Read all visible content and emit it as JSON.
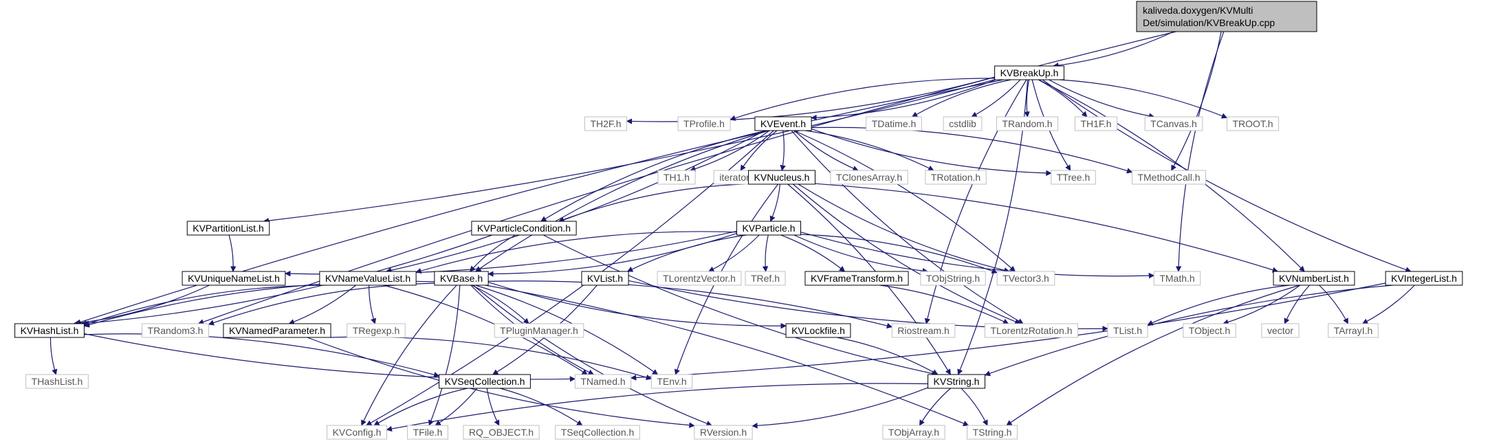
{
  "graph": {
    "root": {
      "line1": "kaliveda.doxygen/KVMulti",
      "line2": "Det/simulation/KVBreakUp.cpp"
    },
    "nodes": [
      {
        "id": "KVBreakUp_h",
        "label": "KVBreakUp.h",
        "style": "bordered"
      },
      {
        "id": "TH2F_h",
        "label": "TH2F.h",
        "style": "gray"
      },
      {
        "id": "TProfile_h",
        "label": "TProfile.h",
        "style": "gray"
      },
      {
        "id": "KVEvent_h",
        "label": "KVEvent.h",
        "style": "bordered"
      },
      {
        "id": "TDatime_h",
        "label": "TDatime.h",
        "style": "gray"
      },
      {
        "id": "cstdlib",
        "label": "cstdlib",
        "style": "gray"
      },
      {
        "id": "TRandom_h",
        "label": "TRandom.h",
        "style": "gray"
      },
      {
        "id": "TH1F_h",
        "label": "TH1F.h",
        "style": "gray"
      },
      {
        "id": "TCanvas_h",
        "label": "TCanvas.h",
        "style": "gray"
      },
      {
        "id": "TROOT_h",
        "label": "TROOT.h",
        "style": "gray"
      },
      {
        "id": "TH1_h",
        "label": "TH1.h",
        "style": "gray"
      },
      {
        "id": "iterator",
        "label": "iterator",
        "style": "gray"
      },
      {
        "id": "KVNucleus_h",
        "label": "KVNucleus.h",
        "style": "bordered"
      },
      {
        "id": "TClonesArray_h",
        "label": "TClonesArray.h",
        "style": "gray"
      },
      {
        "id": "TRotation_h",
        "label": "TRotation.h",
        "style": "gray"
      },
      {
        "id": "TTree_h",
        "label": "TTree.h",
        "style": "gray"
      },
      {
        "id": "TMethodCall_h",
        "label": "TMethodCall.h",
        "style": "gray"
      },
      {
        "id": "KVPartitionList_h",
        "label": "KVPartitionList.h",
        "style": "bordered"
      },
      {
        "id": "KVParticleCondition_h",
        "label": "KVParticleCondition.h",
        "style": "bordered"
      },
      {
        "id": "KVParticle_h",
        "label": "KVParticle.h",
        "style": "bordered"
      },
      {
        "id": "KVUniqueNameList_h",
        "label": "KVUniqueNameList.h",
        "style": "bordered"
      },
      {
        "id": "KVNameValueList_h",
        "label": "KVNameValueList.h",
        "style": "bordered"
      },
      {
        "id": "KVBase_h",
        "label": "KVBase.h",
        "style": "bordered"
      },
      {
        "id": "KVList_h",
        "label": "KVList.h",
        "style": "bordered"
      },
      {
        "id": "TLorentzVector_h",
        "label": "TLorentzVector.h",
        "style": "gray"
      },
      {
        "id": "TRef_h",
        "label": "TRef.h",
        "style": "gray"
      },
      {
        "id": "KVFrameTransform_h",
        "label": "KVFrameTransform.h",
        "style": "bordered"
      },
      {
        "id": "TObjString_h",
        "label": "TObjString.h",
        "style": "gray"
      },
      {
        "id": "TVector3_h",
        "label": "TVector3.h",
        "style": "gray"
      },
      {
        "id": "TMath_h",
        "label": "TMath.h",
        "style": "gray"
      },
      {
        "id": "KVNumberList_h",
        "label": "KVNumberList.h",
        "style": "bordered"
      },
      {
        "id": "KVIntegerList_h",
        "label": "KVIntegerList.h",
        "style": "bordered"
      },
      {
        "id": "KVHashList_h",
        "label": "KVHashList.h",
        "style": "bordered"
      },
      {
        "id": "TRandom3_h",
        "label": "TRandom3.h",
        "style": "gray"
      },
      {
        "id": "KVNamedParameter_h",
        "label": "KVNamedParameter.h",
        "style": "bordered"
      },
      {
        "id": "TRegexp_h",
        "label": "TRegexp.h",
        "style": "gray"
      },
      {
        "id": "TPluginManager_h",
        "label": "TPluginManager.h",
        "style": "gray"
      },
      {
        "id": "KVLockfile_h",
        "label": "KVLockfile.h",
        "style": "bordered"
      },
      {
        "id": "Riostream_h",
        "label": "Riostream.h",
        "style": "gray"
      },
      {
        "id": "TLorentzRotation_h",
        "label": "TLorentzRotation.h",
        "style": "gray"
      },
      {
        "id": "TList_h",
        "label": "TList.h",
        "style": "gray"
      },
      {
        "id": "TObject_h",
        "label": "TObject.h",
        "style": "gray"
      },
      {
        "id": "vector",
        "label": "vector",
        "style": "gray"
      },
      {
        "id": "TArrayI_h",
        "label": "TArrayI.h",
        "style": "gray"
      },
      {
        "id": "THashList_h",
        "label": "THashList.h",
        "style": "gray"
      },
      {
        "id": "KVSeqCollection_h",
        "label": "KVSeqCollection.h",
        "style": "bordered"
      },
      {
        "id": "TNamed_h",
        "label": "TNamed.h",
        "style": "gray"
      },
      {
        "id": "TEnv_h",
        "label": "TEnv.h",
        "style": "gray"
      },
      {
        "id": "KVString_h",
        "label": "KVString.h",
        "style": "bordered"
      },
      {
        "id": "KVConfig_h",
        "label": "KVConfig.h",
        "style": "gray"
      },
      {
        "id": "TFile_h",
        "label": "TFile.h",
        "style": "gray"
      },
      {
        "id": "RQ_OBJECT_h",
        "label": "RQ_OBJECT.h",
        "style": "gray"
      },
      {
        "id": "TSeqCollection_h",
        "label": "TSeqCollection.h",
        "style": "gray"
      },
      {
        "id": "RVersion_h",
        "label": "RVersion.h",
        "style": "gray"
      },
      {
        "id": "TObjArray_h",
        "label": "TObjArray.h",
        "style": "gray"
      },
      {
        "id": "TString_h",
        "label": "TString.h",
        "style": "gray"
      }
    ],
    "edges": [
      [
        "root",
        "KVBreakUp_h"
      ],
      [
        "root",
        "TRandom3_h"
      ],
      [
        "root",
        "TMethodCall_h"
      ],
      [
        "root",
        "TMath_h"
      ],
      [
        "KVBreakUp_h",
        "TH2F_h"
      ],
      [
        "KVBreakUp_h",
        "TProfile_h"
      ],
      [
        "KVBreakUp_h",
        "KVEvent_h"
      ],
      [
        "KVBreakUp_h",
        "TDatime_h"
      ],
      [
        "KVBreakUp_h",
        "cstdlib"
      ],
      [
        "KVBreakUp_h",
        "TRandom_h"
      ],
      [
        "KVBreakUp_h",
        "TH1F_h"
      ],
      [
        "KVBreakUp_h",
        "TCanvas_h"
      ],
      [
        "KVBreakUp_h",
        "TROOT_h"
      ],
      [
        "KVBreakUp_h",
        "TTree_h"
      ],
      [
        "KVBreakUp_h",
        "KVPartitionList_h"
      ],
      [
        "KVBreakUp_h",
        "KVHashList_h"
      ],
      [
        "KVBreakUp_h",
        "KVNumberList_h"
      ],
      [
        "KVBreakUp_h",
        "KVIntegerList_h"
      ],
      [
        "KVBreakUp_h",
        "KVString_h"
      ],
      [
        "KVBreakUp_h",
        "Riostream_h"
      ],
      [
        "KVEvent_h",
        "TH1_h"
      ],
      [
        "KVEvent_h",
        "iterator"
      ],
      [
        "KVEvent_h",
        "KVNucleus_h"
      ],
      [
        "KVEvent_h",
        "TClonesArray_h"
      ],
      [
        "KVEvent_h",
        "TRotation_h"
      ],
      [
        "KVEvent_h",
        "TTree_h"
      ],
      [
        "KVEvent_h",
        "TMethodCall_h"
      ],
      [
        "KVEvent_h",
        "KVParticleCondition_h"
      ],
      [
        "KVEvent_h",
        "KVNameValueList_h"
      ],
      [
        "KVEvent_h",
        "KVBase_h"
      ],
      [
        "KVEvent_h",
        "TVector3_h"
      ],
      [
        "KVEvent_h",
        "TLorentzRotation_h"
      ],
      [
        "KVEvent_h",
        "KVConfig_h"
      ],
      [
        "KVNucleus_h",
        "KVParticleCondition_h"
      ],
      [
        "KVNucleus_h",
        "KVParticle_h"
      ],
      [
        "KVNucleus_h",
        "TVector3_h"
      ],
      [
        "KVNucleus_h",
        "KVNumberList_h"
      ],
      [
        "KVNucleus_h",
        "TLorentzRotation_h"
      ],
      [
        "KVNucleus_h",
        "KVString_h"
      ],
      [
        "KVNucleus_h",
        "TEnv_h"
      ],
      [
        "KVPartitionList_h",
        "KVUniqueNameList_h"
      ],
      [
        "KVParticleCondition_h",
        "KVBase_h"
      ],
      [
        "KVParticleCondition_h",
        "KVHashList_h"
      ],
      [
        "KVParticleCondition_h",
        "KVString_h"
      ],
      [
        "KVParticle_h",
        "KVUniqueNameList_h"
      ],
      [
        "KVParticle_h",
        "KVNameValueList_h"
      ],
      [
        "KVParticle_h",
        "KVBase_h"
      ],
      [
        "KVParticle_h",
        "KVList_h"
      ],
      [
        "KVParticle_h",
        "TLorentzVector_h"
      ],
      [
        "KVParticle_h",
        "TRef_h"
      ],
      [
        "KVParticle_h",
        "KVFrameTransform_h"
      ],
      [
        "KVParticle_h",
        "TObjString_h"
      ],
      [
        "KVParticle_h",
        "TVector3_h"
      ],
      [
        "KVParticle_h",
        "TMath_h"
      ],
      [
        "KVUniqueNameList_h",
        "KVHashList_h"
      ],
      [
        "KVNameValueList_h",
        "KVHashList_h"
      ],
      [
        "KVNameValueList_h",
        "KVNamedParameter_h"
      ],
      [
        "KVNameValueList_h",
        "TRegexp_h"
      ],
      [
        "KVNameValueList_h",
        "TNamed_h"
      ],
      [
        "KVBase_h",
        "TRandom3_h"
      ],
      [
        "KVBase_h",
        "TPluginManager_h"
      ],
      [
        "KVBase_h",
        "KVLockfile_h"
      ],
      [
        "KVBase_h",
        "Riostream_h"
      ],
      [
        "KVBase_h",
        "TNamed_h"
      ],
      [
        "KVBase_h",
        "TEnv_h"
      ],
      [
        "KVBase_h",
        "KVConfig_h"
      ],
      [
        "KVBase_h",
        "TFile_h"
      ],
      [
        "KVBase_h",
        "RVersion_h"
      ],
      [
        "KVBase_h",
        "TString_h"
      ],
      [
        "KVBase_h",
        "KVHashList_h"
      ],
      [
        "KVList_h",
        "KVSeqCollection_h"
      ],
      [
        "KVList_h",
        "TList_h"
      ],
      [
        "KVFrameTransform_h",
        "TLorentzRotation_h"
      ],
      [
        "KVNumberList_h",
        "TList_h"
      ],
      [
        "KVNumberList_h",
        "TObject_h"
      ],
      [
        "KVNumberList_h",
        "vector"
      ],
      [
        "KVNumberList_h",
        "TArrayI_h"
      ],
      [
        "KVNumberList_h",
        "TString_h"
      ],
      [
        "KVIntegerList_h",
        "TArrayI_h"
      ],
      [
        "KVIntegerList_h",
        "KVString_h"
      ],
      [
        "KVIntegerList_h",
        "TNamed_h"
      ],
      [
        "KVHashList_h",
        "THashList_h"
      ],
      [
        "KVHashList_h",
        "KVSeqCollection_h"
      ],
      [
        "KVHashList_h",
        "TNamed_h"
      ],
      [
        "KVNamedParameter_h",
        "TEnv_h"
      ],
      [
        "KVNamedParameter_h",
        "RVersion_h"
      ],
      [
        "KVLockfile_h",
        "KVString_h"
      ],
      [
        "KVSeqCollection_h",
        "KVConfig_h"
      ],
      [
        "KVSeqCollection_h",
        "TFile_h"
      ],
      [
        "KVSeqCollection_h",
        "RQ_OBJECT_h"
      ],
      [
        "KVSeqCollection_h",
        "TSeqCollection_h"
      ],
      [
        "KVString_h",
        "KVConfig_h"
      ],
      [
        "KVString_h",
        "RVersion_h"
      ],
      [
        "KVString_h",
        "TObjArray_h"
      ],
      [
        "KVString_h",
        "TString_h"
      ]
    ]
  }
}
